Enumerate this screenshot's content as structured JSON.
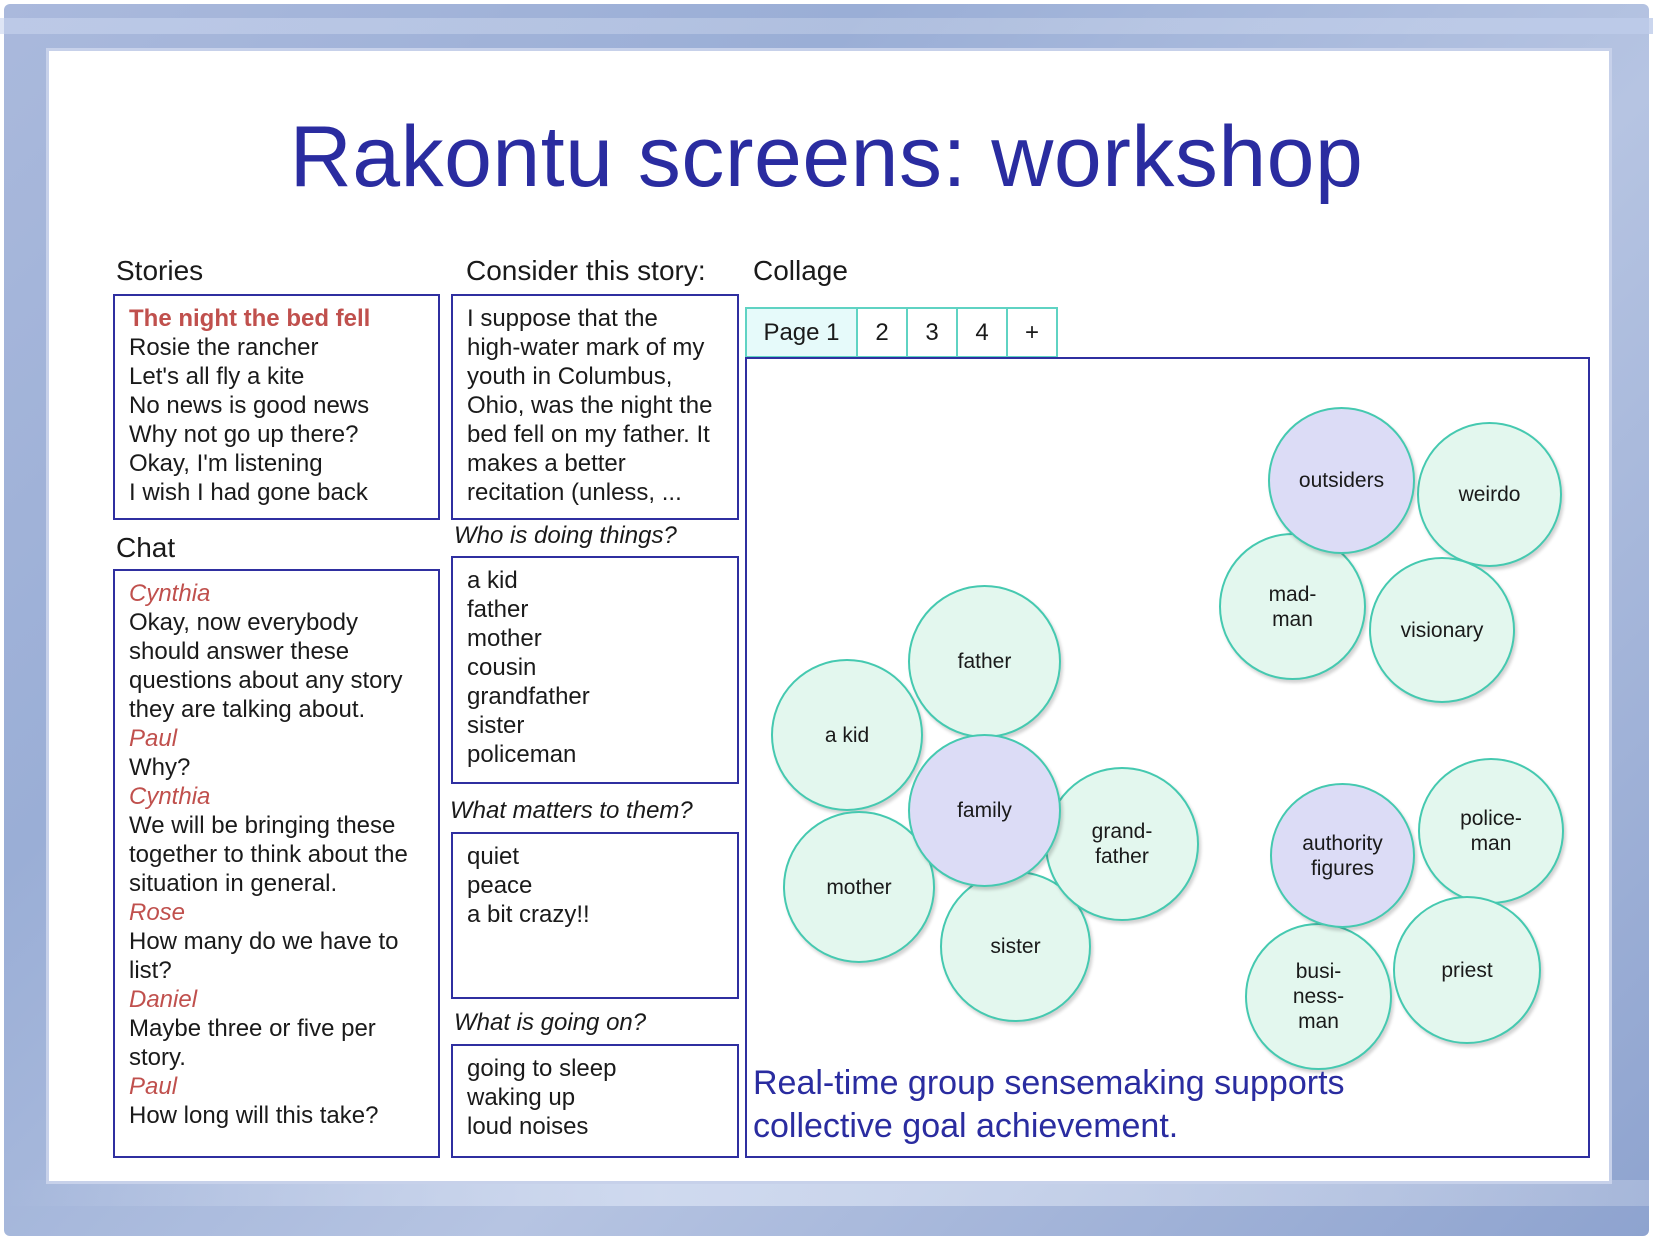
{
  "title": "Rakontu screens: workshop",
  "stories": {
    "label": "Stories",
    "items": [
      "The night the bed fell",
      "Rosie the rancher",
      "Let's all fly a kite",
      "No news is good news",
      "Why not go up there?",
      "Okay, I'm listening",
      "I wish I had gone back"
    ]
  },
  "chat": {
    "label": "Chat",
    "lines": [
      {
        "speaker": "Cynthia"
      },
      {
        "text": "Okay, now everybody"
      },
      {
        "text": "should answer these"
      },
      {
        "text": "questions about any story"
      },
      {
        "text": "they are talking about."
      },
      {
        "speaker": "Paul"
      },
      {
        "text": "Why?"
      },
      {
        "speaker": "Cynthia"
      },
      {
        "text": "We will be bringing these"
      },
      {
        "text": "together to think about the"
      },
      {
        "text": "situation in general."
      },
      {
        "speaker": "Rose"
      },
      {
        "text": "How many do we have to"
      },
      {
        "text": "list?"
      },
      {
        "speaker": "Daniel"
      },
      {
        "text": "Maybe three or five per"
      },
      {
        "text": "story."
      },
      {
        "speaker": "Paul"
      },
      {
        "text": "How long will this take?"
      }
    ]
  },
  "consider": {
    "label": "Consider this story:",
    "lines": [
      "I suppose that the",
      "high-water mark of my",
      "youth in Columbus,",
      "Ohio, was the night the",
      "bed fell on my father. It",
      "makes a better",
      "recitation  (unless, ..."
    ]
  },
  "questions": [
    {
      "question": "Who is doing things?",
      "answers": [
        "a kid",
        "father",
        "mother",
        "cousin",
        "grandfather",
        "sister",
        "policeman"
      ]
    },
    {
      "question": "What matters to them?",
      "answers": [
        "quiet",
        "peace",
        "a bit crazy!!"
      ]
    },
    {
      "question": "What is going on?",
      "answers": [
        "going to sleep",
        "waking up",
        "loud noises"
      ]
    }
  ],
  "collage": {
    "label": "Collage",
    "tabs": [
      "Page 1",
      "2",
      "3",
      "4",
      "+"
    ],
    "bubbles": [
      {
        "label": "a kid",
        "kind": "item"
      },
      {
        "label": "father",
        "kind": "item"
      },
      {
        "label": "family",
        "kind": "group"
      },
      {
        "label": "mother",
        "kind": "item"
      },
      {
        "label": "sister",
        "kind": "item"
      },
      {
        "label": "grand-\nfather",
        "kind": "item"
      },
      {
        "label": "outsiders",
        "kind": "group"
      },
      {
        "label": "weirdo",
        "kind": "item"
      },
      {
        "label": "mad-\nman",
        "kind": "item"
      },
      {
        "label": "visionary",
        "kind": "item"
      },
      {
        "label": "authority\nfigures",
        "kind": "group"
      },
      {
        "label": "police-\nman",
        "kind": "item"
      },
      {
        "label": "busi-\nness-\nman",
        "kind": "item"
      },
      {
        "label": "priest",
        "kind": "item"
      }
    ]
  },
  "tagline": [
    "Real-time group sensemaking supports",
    "collective goal achievement."
  ],
  "colors": {
    "title": "#2a2ca0",
    "panel_border": "#2f2fa0",
    "speaker": "#c0504d",
    "bubble_border": "#45c9b0",
    "group_fill": "#dcdcf6",
    "item_fill": "#e3f7ee"
  }
}
